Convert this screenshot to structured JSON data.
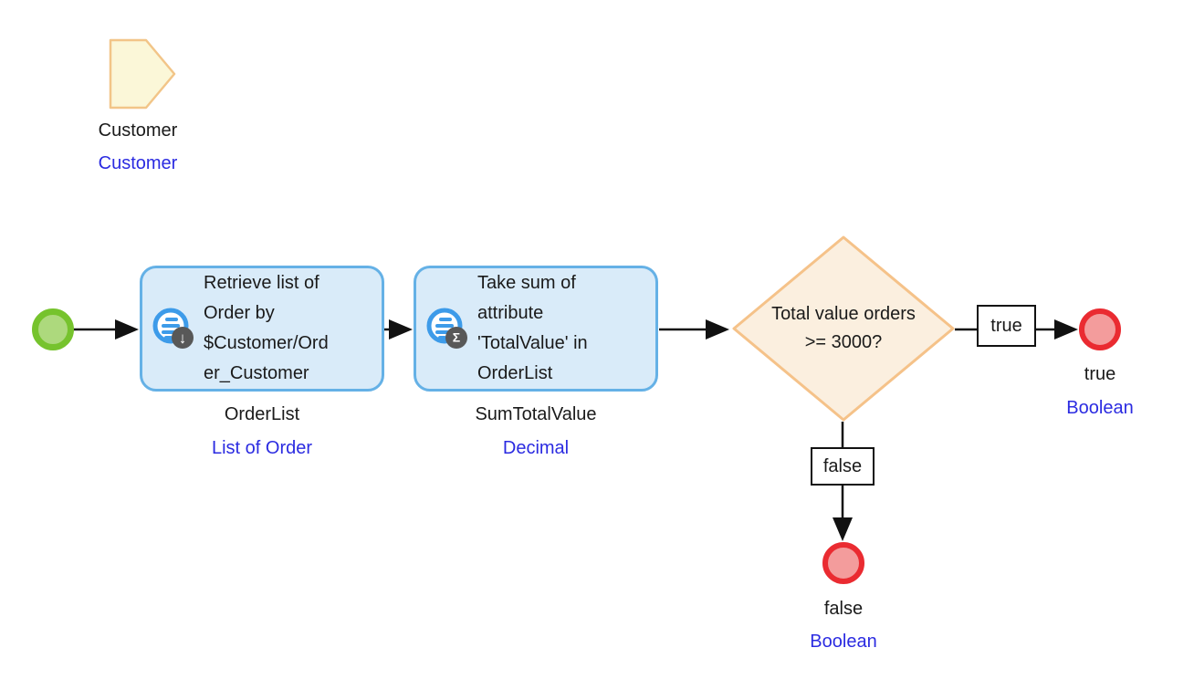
{
  "parameter": {
    "name": "Customer",
    "type": "Customer"
  },
  "activities": [
    {
      "caption_lines": [
        "Retrieve list of",
        "Order by",
        "$Customer/Ord",
        "er_Customer"
      ],
      "output_name": "OrderList",
      "output_type": "List of Order",
      "icon": "retrieve-list-icon",
      "badge_glyph": "↓"
    },
    {
      "caption_lines": [
        "Take sum of",
        "attribute",
        "'TotalValue' in",
        "OrderList"
      ],
      "output_name": "SumTotalValue",
      "output_type": "Decimal",
      "icon": "aggregate-list-icon",
      "badge_glyph": "Σ"
    }
  ],
  "decision": {
    "caption_lines": [
      "Total value orders",
      ">= 3000?"
    ]
  },
  "flow_labels": {
    "true": "true",
    "false": "false"
  },
  "end_events": [
    {
      "caption": "true",
      "type": "Boolean"
    },
    {
      "caption": "false",
      "type": "Boolean"
    }
  ],
  "colors": {
    "activity_fill": "#d9ebf9",
    "activity_border": "#65b1e6",
    "icon_blue": "#3d9be9",
    "badge_gray": "#585858",
    "start_border": "#76c32d",
    "start_fill": "#add97d",
    "end_border": "#ea2b31",
    "end_fill": "#f39c9c",
    "decision_border": "#f5c289",
    "decision_fill": "#fbefdf",
    "parameter_border": "#f2c588",
    "parameter_fill": "#fbf7d8",
    "type_text": "#2b2be1",
    "text": "#1a1a1a",
    "connector": "#111111"
  }
}
